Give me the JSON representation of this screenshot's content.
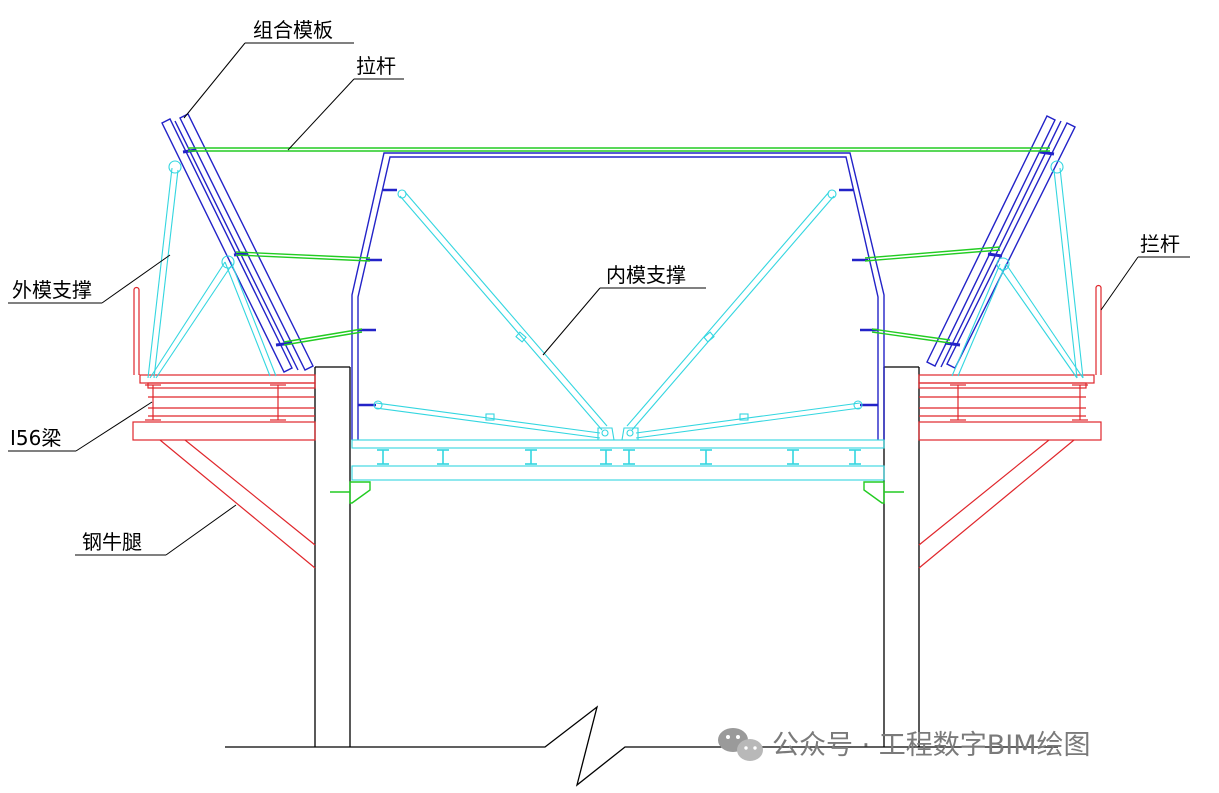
{
  "labels": {
    "combined_formwork": "组合模板",
    "tie_rod": "拉杆",
    "outer_form_support": "外模支撑",
    "inner_form_support": "内模支撑",
    "railing": "拦杆",
    "i56_beam": "I56梁",
    "steel_bracket": "钢牛腿"
  },
  "watermark": {
    "text": "公众号 · 工程数字BIM绘图",
    "icon": "wechat-icon"
  },
  "colors": {
    "structure": "#000000",
    "steel_beam": "#e0262b",
    "support": "#33d6e0",
    "formwork": "#2323c8",
    "tie_rod": "#22cc22"
  }
}
